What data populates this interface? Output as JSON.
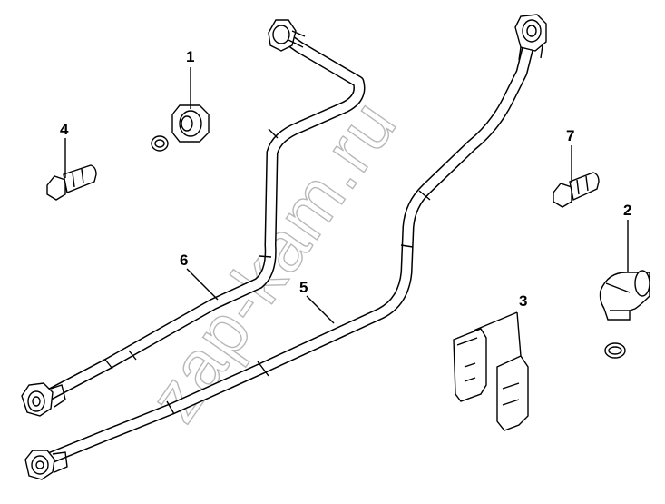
{
  "callouts": {
    "p1": "1",
    "p2": "2",
    "p3": "3",
    "p4": "4",
    "p5": "5",
    "p6": "6",
    "p7": "7"
  },
  "watermark": "zap-kam.ru",
  "corner_mark": "",
  "colors": {
    "line": "#000000",
    "background": "#ffffff",
    "watermark": "#b8b8b8"
  }
}
